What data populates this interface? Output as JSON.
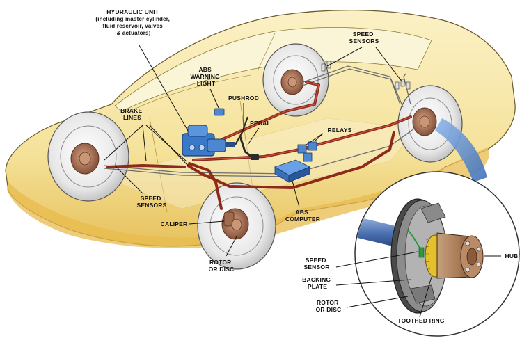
{
  "labels": {
    "hydraulic_unit": [
      "HYDRAULIC UNIT",
      "(including master cylinder,",
      "fluid reservoir, valves",
      "& actuators)"
    ],
    "abs_warning_light": [
      "ABS",
      "WARNING",
      "LIGHT"
    ],
    "pushrod": [
      "PUSHROD"
    ],
    "pedal": [
      "PEDAL"
    ],
    "brake_lines": [
      "BRAKE",
      "LINES"
    ],
    "speed_sensors_top": [
      "SPEED",
      "SENSORS"
    ],
    "relays": [
      "RELAYS"
    ],
    "speed_sensors_left": [
      "SPEED",
      "SENSORS"
    ],
    "caliper": [
      "CALIPER"
    ],
    "abs_computer": [
      "ABS",
      "COMPUTER"
    ],
    "rotor_or_disc_left": [
      "ROTOR",
      "OR DISC"
    ],
    "speed_sensor_inset": [
      "SPEED",
      "SENSOR"
    ],
    "backing_plate": [
      "BACKING",
      "PLATE"
    ],
    "rotor_or_disc_inset": [
      "ROTOR",
      "OR DISC"
    ],
    "hub": [
      "HUB"
    ],
    "toothed_ring": [
      "TOOTHED RING"
    ]
  },
  "colors": {
    "car_body": "#f6e6a2",
    "car_shadow": "#e9c25a",
    "brake_line": "#8e2a1c",
    "hydraulic_unit": "#3a78c8",
    "inset_beam": "#6d9bd8",
    "tire": "#f1f1f1",
    "rotor": "#b07a5c"
  }
}
